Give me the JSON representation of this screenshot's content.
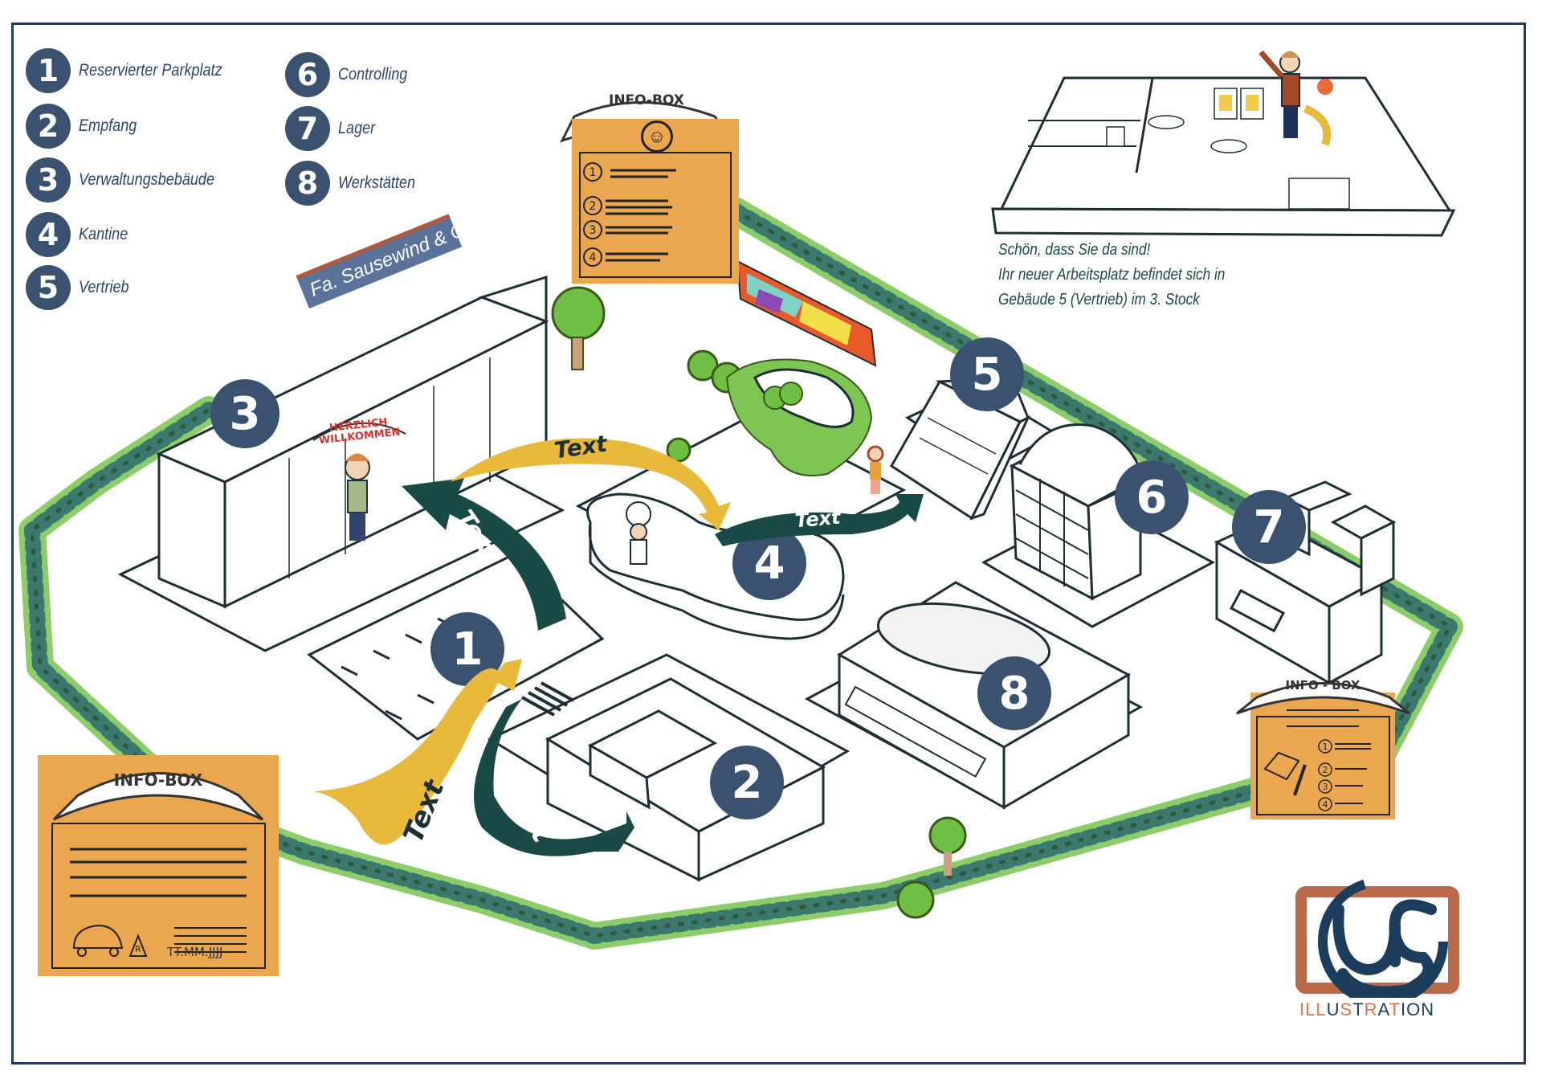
{
  "legend": {
    "items": [
      {
        "number": "1",
        "label": "Reservierter Parkplatz"
      },
      {
        "number": "2",
        "label": "Empfang"
      },
      {
        "number": "3",
        "label": "Verwaltungsbebäude"
      },
      {
        "number": "4",
        "label": "Kantine"
      },
      {
        "number": "5",
        "label": "Vertrieb"
      },
      {
        "number": "6",
        "label": "Controlling"
      },
      {
        "number": "7",
        "label": "Lager"
      },
      {
        "number": "8",
        "label": "Werkstätten"
      }
    ]
  },
  "company_sign": "Fa. Sausewind & Co.",
  "welcome_banner": [
    "HERZLICH",
    "WILLKOMMEN"
  ],
  "welcome_message": {
    "lines": [
      "Schön, dass Sie da sind!",
      "Ihr neuer Arbeitsplatz befindet sich in",
      "Gebäude 5 (Vertrieb) im  3. Stock"
    ]
  },
  "info_boxes": {
    "top": {
      "title": "INFO-BOX",
      "list_numbers": [
        "1",
        "2",
        "3",
        "4"
      ]
    },
    "bottom_left": {
      "title": "INFO-BOX",
      "date_placeholder": "TT.MM.JJJJ",
      "sign_letter": "R"
    },
    "right": {
      "title": "INFO - BOX",
      "list_numbers": [
        "1",
        "2",
        "3",
        "4"
      ]
    }
  },
  "route_arrows": [
    {
      "id": "yellow-entry",
      "label": "Text",
      "color": "#e9b93c"
    },
    {
      "id": "green-reception",
      "label": "Text",
      "color": "#1a4a45"
    },
    {
      "id": "green-admin",
      "label": "Text",
      "color": "#1a4a45"
    },
    {
      "id": "yellow-canteen",
      "label": "Text",
      "color": "#e9b93c"
    },
    {
      "id": "green-sales",
      "label": "Text",
      "color": "#1a4a45"
    }
  ],
  "map_badges": [
    "1",
    "2",
    "3",
    "4",
    "5",
    "6",
    "7",
    "8"
  ],
  "logo": {
    "monogram": "US",
    "wordmark": [
      {
        "t": "I",
        "c": "#d9744f"
      },
      {
        "t": "LL",
        "c": "#d9744f"
      },
      {
        "t": "U",
        "c": "#1d3d5c"
      },
      {
        "t": "S",
        "c": "#d9744f"
      },
      {
        "t": "T",
        "c": "#1d3d5c"
      },
      {
        "t": "R",
        "c": "#d9744f"
      },
      {
        "t": "A",
        "c": "#1d3d5c"
      },
      {
        "t": "T",
        "c": "#d9744f"
      },
      {
        "t": "I",
        "c": "#1d3d5c"
      },
      {
        "t": "ON",
        "c": "#1d3d5c"
      }
    ]
  },
  "colors": {
    "badge": "#3b5170",
    "arrow_yellow": "#e9b93c",
    "arrow_green": "#1a4a45",
    "info_orange": "#eba74f",
    "hedge_green": "#6fbf44",
    "hedge_teal": "#2d6a70",
    "frame": "#243a5a"
  }
}
